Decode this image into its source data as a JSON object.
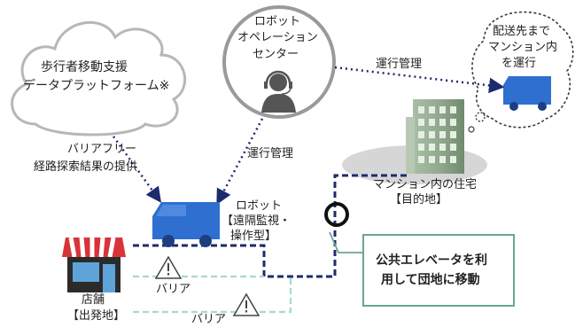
{
  "cloud": {
    "line1": "歩行者移動支援",
    "line2": "データプラットフォーム※"
  },
  "center": {
    "line1": "ロボット",
    "line2": "オペレーション",
    "line3": "センター"
  },
  "bubble": {
    "line1": "配送先まで",
    "line2": "マンション内",
    "line3": "を運行"
  },
  "arrows": {
    "barrier_free_1": "バリアフリー",
    "barrier_free_2": "経路探索結果の提供",
    "operation_mgmt_left": "運行管理",
    "operation_mgmt_top": "運行管理"
  },
  "robot": {
    "line1": "ロボット",
    "line2": "【遠隔監視・",
    "line3": "操作型】"
  },
  "apartment": {
    "line1": "マンション内の住宅",
    "line2": "【目的地】"
  },
  "store": {
    "line1": "店舗",
    "line2": "【出発地】"
  },
  "barriers": {
    "upper": "バリア",
    "lower": "バリア"
  },
  "elevator_box": {
    "line1": "公共エレベータを利",
    "line2": "用して団地に移動"
  },
  "colors": {
    "route": "#1f2a6b",
    "vehicle": "#2f6fd0",
    "dotted": "#1c2b6e",
    "barrier_path": "#a9d8cf",
    "box_border": "#6aa595",
    "building": "#8fa88c"
  }
}
